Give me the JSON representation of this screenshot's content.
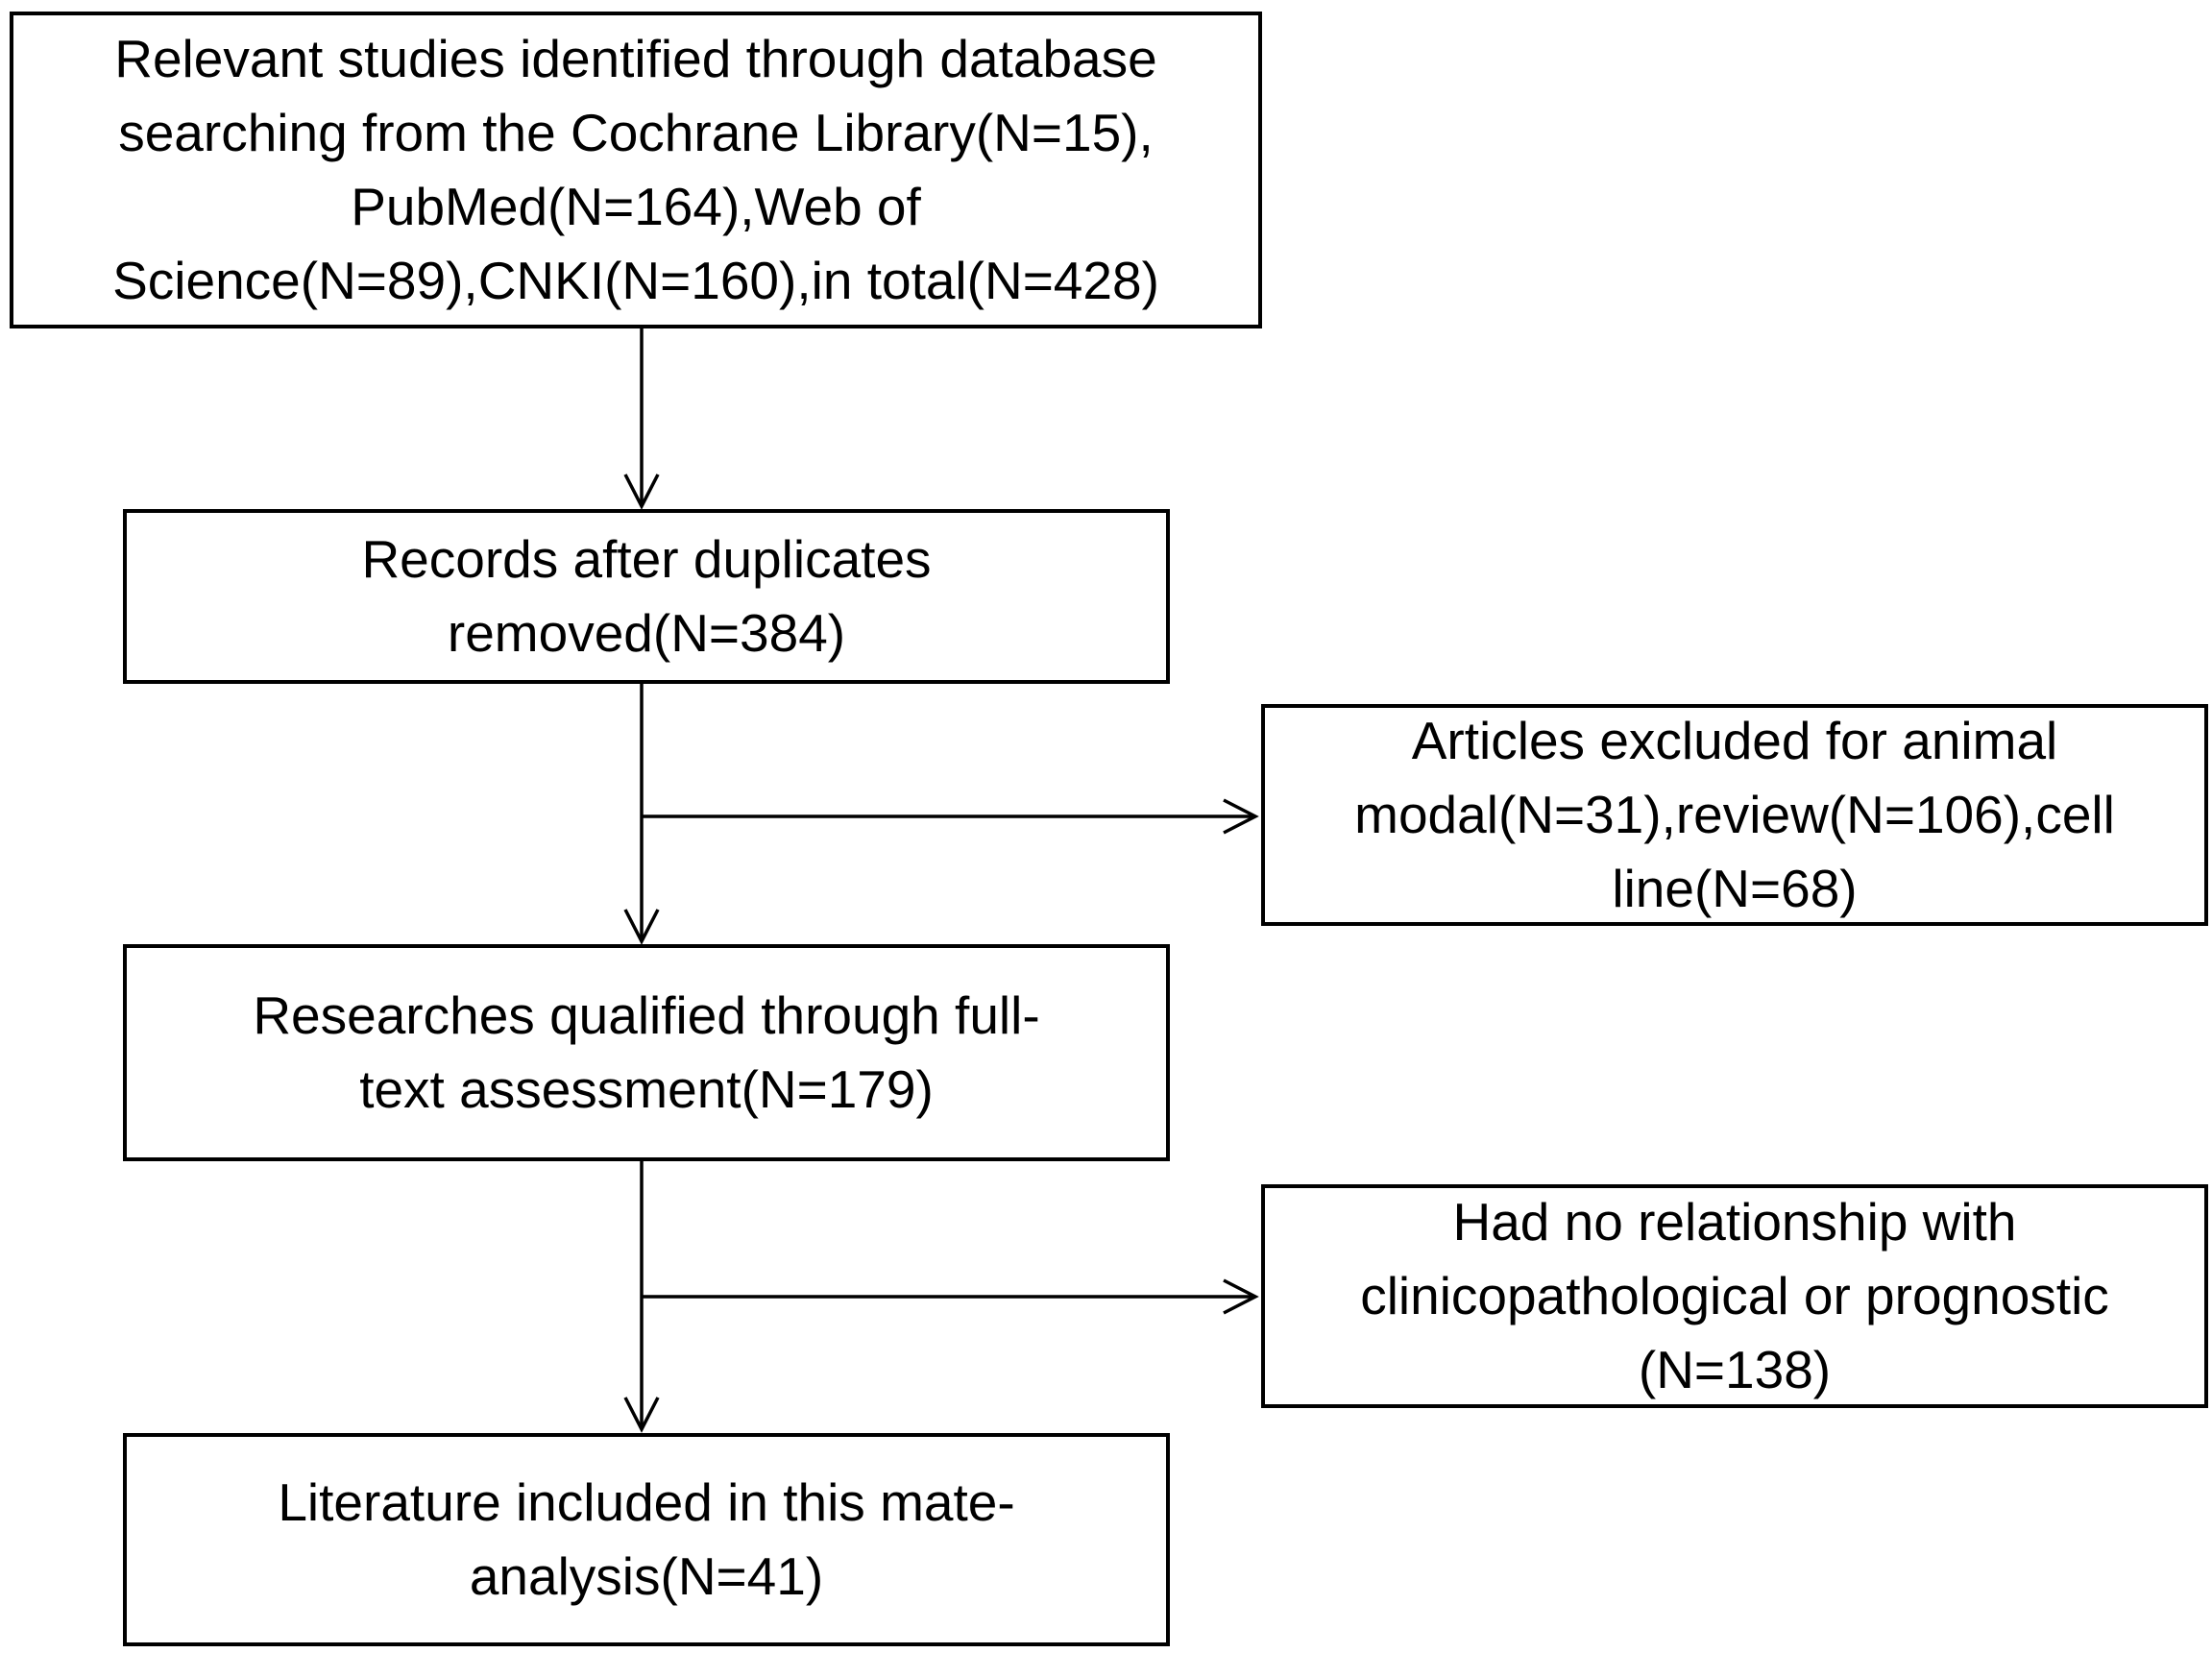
{
  "colors": {
    "background": "#ffffff",
    "box_border": "#000000",
    "text": "#000000",
    "connector": "#000000"
  },
  "nodes": {
    "identification": {
      "lines": [
        "Relevant studies identified through database",
        "searching from the Cochrane Library(N=15),",
        "PubMed(N=164),Web of",
        "Science(N=89),CNKI(N=160),in total(N=428)"
      ]
    },
    "duplicates_removed": {
      "lines": [
        "Records after duplicates",
        "removed(N=384)"
      ]
    },
    "excluded_screening": {
      "lines": [
        "Articles excluded for animal",
        "modal(N=31),review(N=106),cell",
        "line(N=68)"
      ]
    },
    "fulltext_qualified": {
      "lines": [
        "Researches qualified through full-",
        "text assessment(N=179)"
      ]
    },
    "excluded_fulltext": {
      "lines": [
        "Had no relationship with",
        "clinicopathological or prognostic",
        "(N=138)"
      ]
    },
    "included": {
      "lines": [
        "Literature included in this mate-",
        "analysis(N=41)"
      ]
    }
  }
}
